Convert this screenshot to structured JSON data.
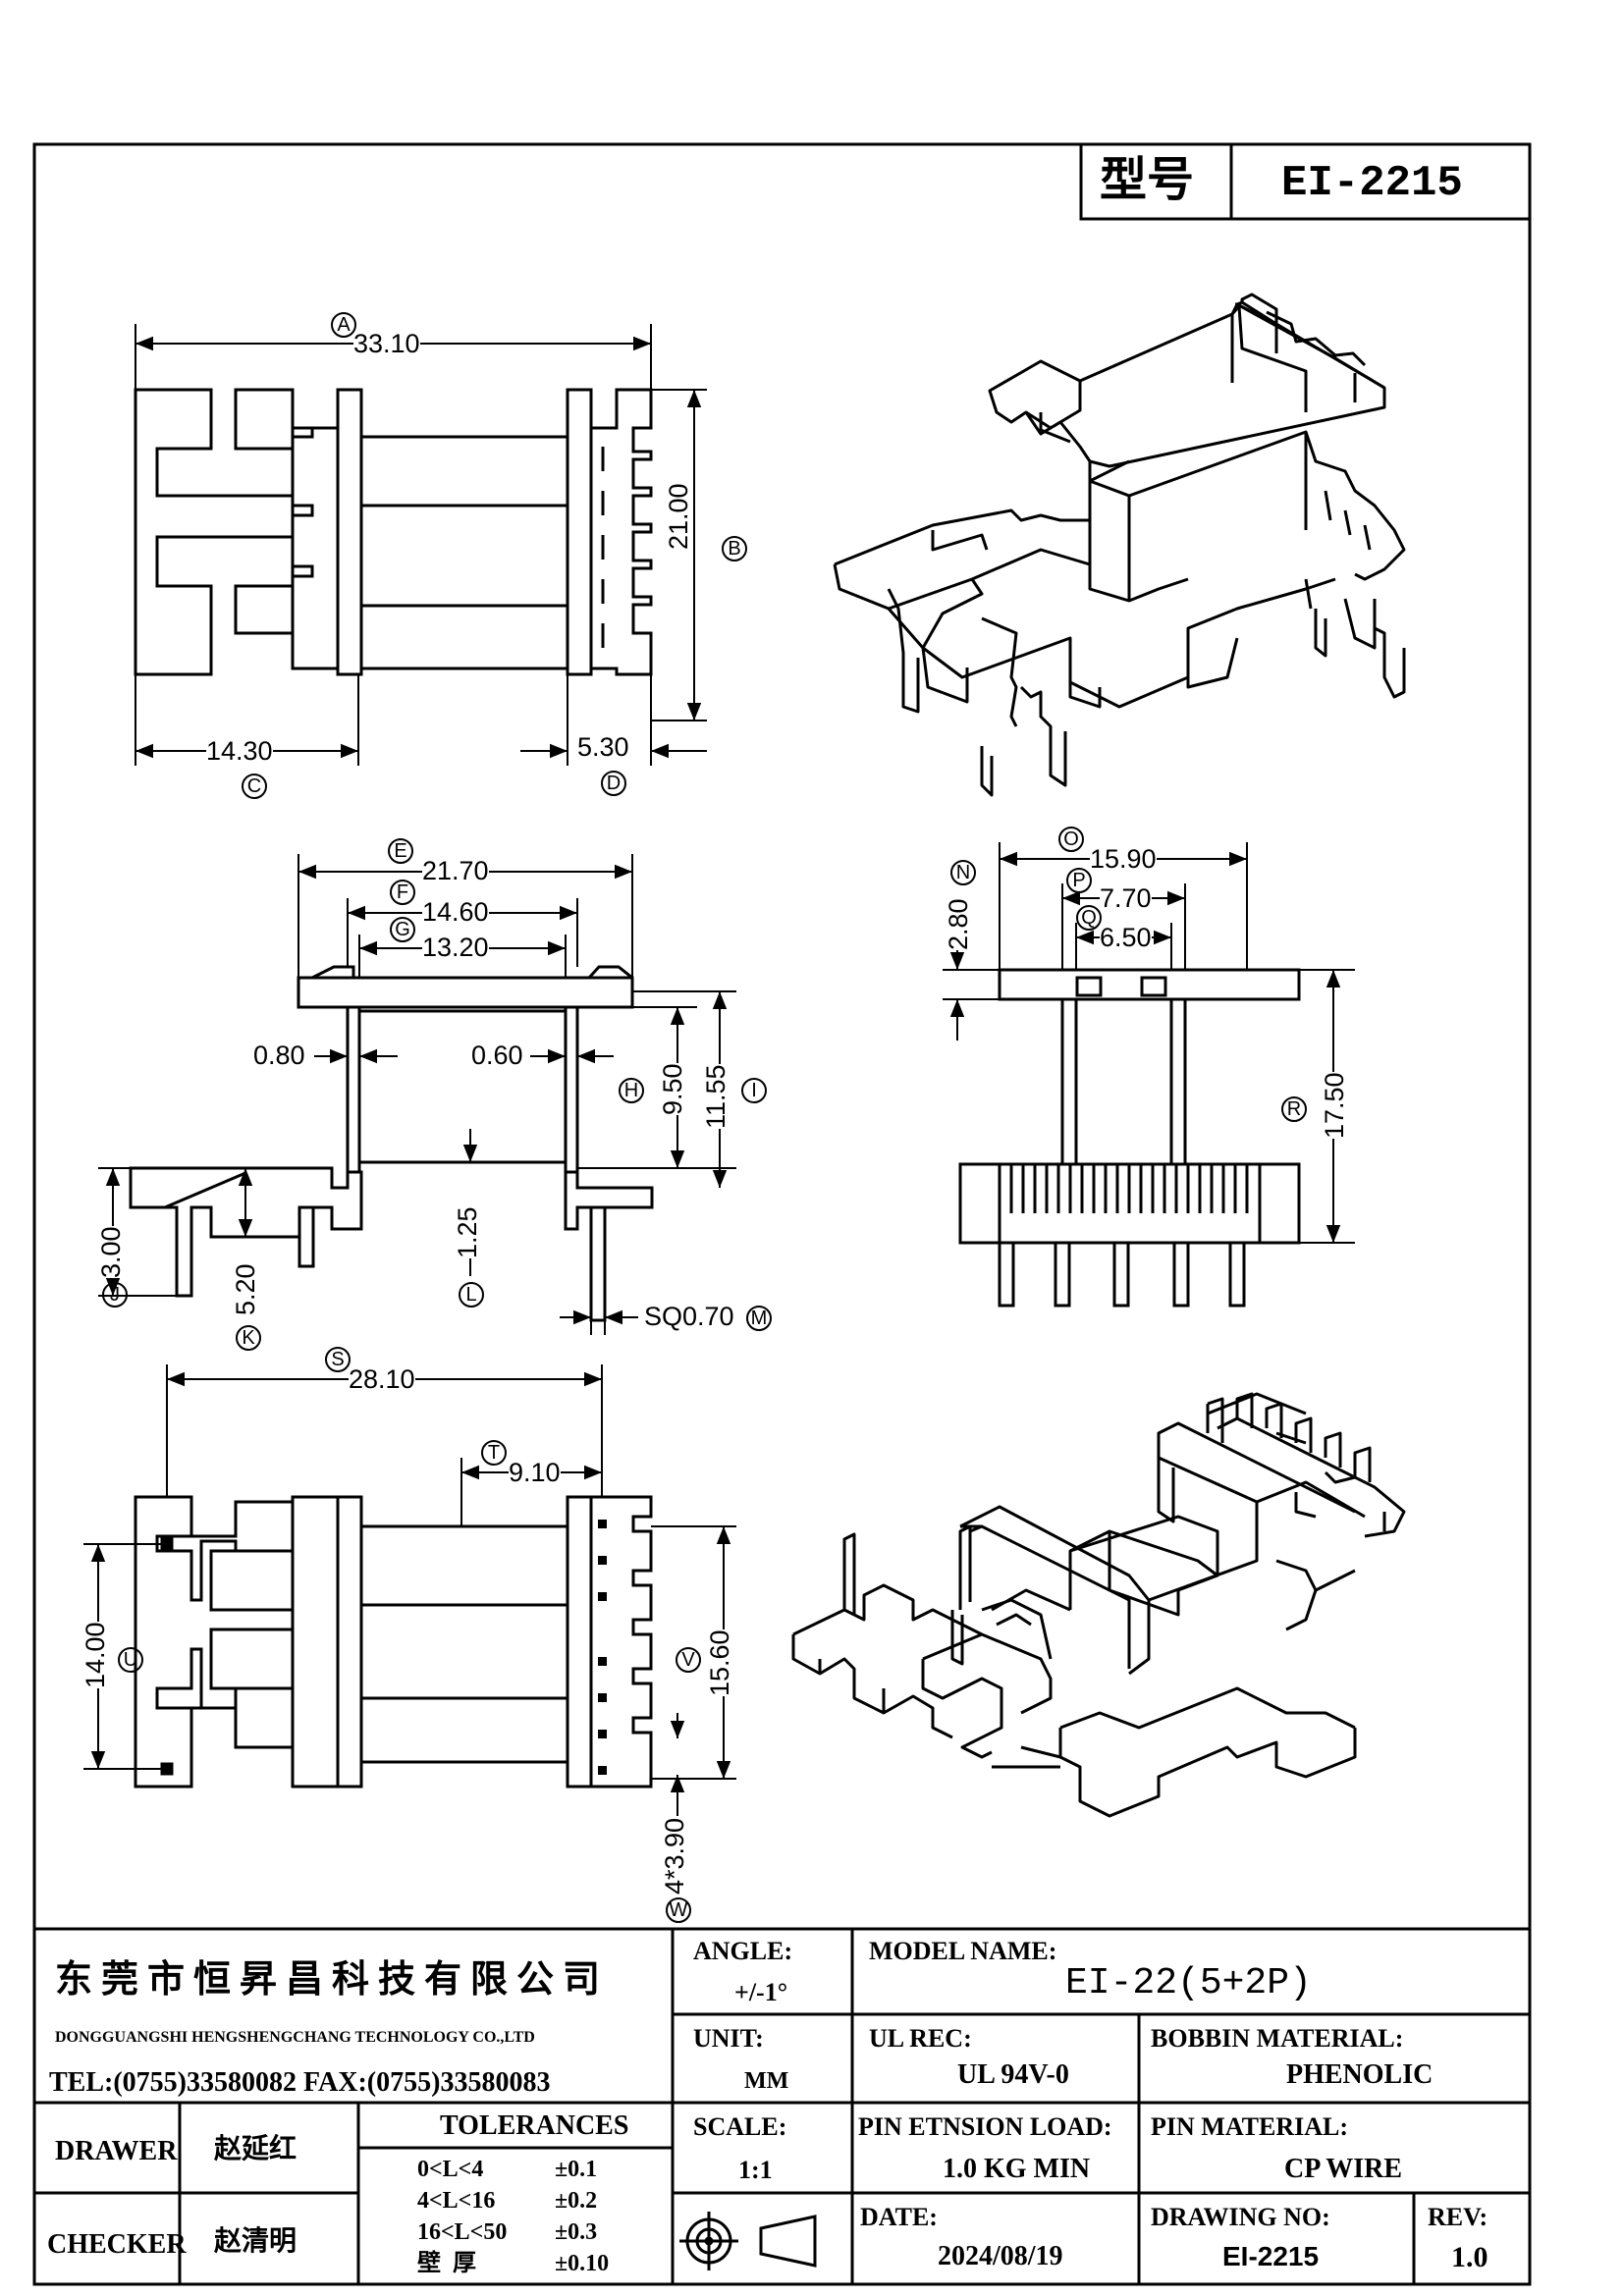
{
  "header": {
    "model_label": "型号",
    "model_value": "EI-2215"
  },
  "dimensions": {
    "A": {
      "letter": "A",
      "value": "33.10"
    },
    "B": {
      "letter": "B",
      "value": "21.00"
    },
    "C": {
      "letter": "C",
      "value": "14.30"
    },
    "D": {
      "letter": "D",
      "value": "5.30"
    },
    "E": {
      "letter": "E",
      "value": "21.70"
    },
    "F": {
      "letter": "F",
      "value": "14.60"
    },
    "G": {
      "letter": "G",
      "value": "13.20"
    },
    "H": {
      "letter": "H",
      "value": "9.50"
    },
    "I": {
      "letter": "I",
      "value": "11.55"
    },
    "J": {
      "letter": "J",
      "value": "3.00"
    },
    "K": {
      "letter": "K",
      "value": "5.20"
    },
    "L": {
      "letter": "L",
      "value": "1.25"
    },
    "M": {
      "letter": "M",
      "value": "SQ0.70"
    },
    "N": {
      "letter": "N",
      "value": "2.80"
    },
    "O": {
      "letter": "O",
      "value": "15.90"
    },
    "P": {
      "letter": "P",
      "value": "7.70"
    },
    "Q": {
      "letter": "Q",
      "value": "6.50"
    },
    "R": {
      "letter": "R",
      "value": "17.50"
    },
    "S": {
      "letter": "S",
      "value": "28.10"
    },
    "T": {
      "letter": "T",
      "value": "9.10"
    },
    "U": {
      "letter": "U",
      "value": "14.00"
    },
    "V": {
      "letter": "V",
      "value": "15.60"
    },
    "W": {
      "letter": "W",
      "value": "4*3.90"
    },
    "wall_left": "0.80",
    "wall_right": "0.60"
  },
  "title_block": {
    "company_cn": "东莞市恒昇昌科技有限公司",
    "company_en": "DONGGUANGSHI HENGSHENGCHANG TECHNOLOGY CO.,LTD",
    "contact": "TEL:(0755)33580082 FAX:(0755)33580083",
    "drawer_label": "DRAWER",
    "drawer_name": "赵延红",
    "checker_label": "CHECKER",
    "checker_name": "赵清明",
    "tolerances_title": "TOLERANCES",
    "tolerances": [
      {
        "range": "0<L<4",
        "value": "±0.1"
      },
      {
        "range": "4<L<16",
        "value": "±0.2"
      },
      {
        "range": "16<L<50",
        "value": "±0.3"
      },
      {
        "range": "壁  厚",
        "value": "±0.10"
      }
    ],
    "angle_label": "ANGLE:",
    "angle_value": "+/-1°",
    "unit_label": "UNIT:",
    "unit_value": "MM",
    "scale_label": "SCALE:",
    "scale_value": "1:1",
    "model_name_label": "MODEL NAME:",
    "model_name_value": "EI-22(5+2P)",
    "ul_rec_label": "UL REC:",
    "ul_rec_value": "UL 94V-0",
    "bobbin_material_label": "BOBBIN MATERIAL:",
    "bobbin_material_value": "PHENOLIC",
    "pin_tension_label": "PIN ETNSION LOAD:",
    "pin_tension_value": "1.0 KG MIN",
    "pin_material_label": "PIN MATERIAL:",
    "pin_material_value": "CP WIRE",
    "date_label": "DATE:",
    "date_value": "2024/08/19",
    "drawing_no_label": "DRAWING NO:",
    "drawing_no_value": "EI-2215",
    "rev_label": "REV:",
    "rev_value": "1.0"
  }
}
